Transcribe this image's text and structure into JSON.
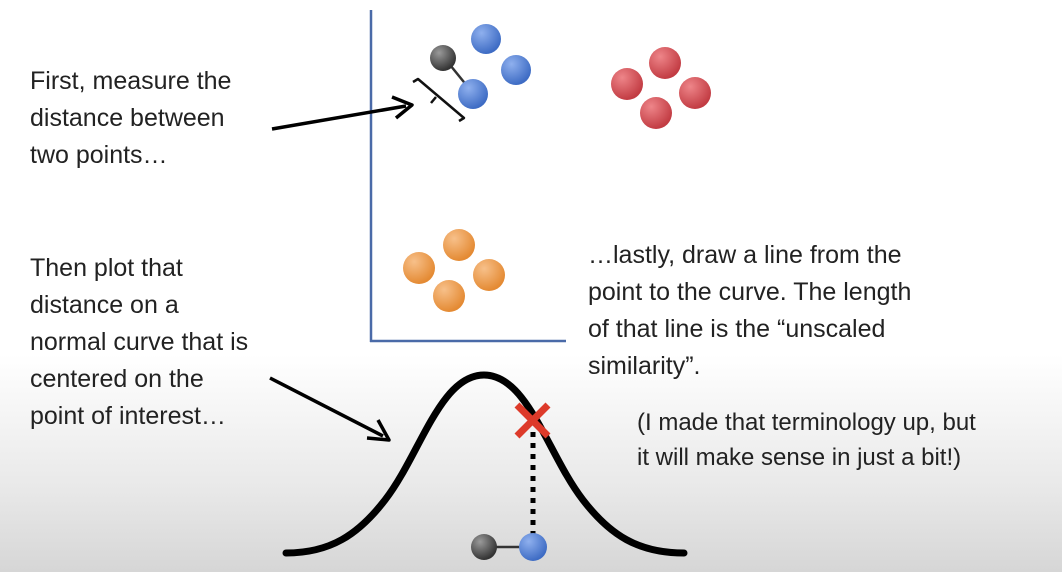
{
  "annotations": {
    "measure": [
      "First, measure the",
      "distance between",
      "two points…"
    ],
    "plot": [
      "Then plot that",
      "distance on a",
      "normal curve that is",
      "centered on the",
      "point of interest…"
    ],
    "lastly": [
      "…lastly, draw a line from the",
      "point to the curve. The length",
      "of that line is the “unscaled",
      "similarity”."
    ],
    "note": [
      "(I made that terminology up, but",
      "it will make sense in just a bit!)"
    ]
  },
  "colors": {
    "background": "#ffffff",
    "text": "#222222",
    "axis": "#4a6aa8",
    "interest_point": "#444444",
    "blue_cluster": "#5b86d6",
    "red_cluster": "#d64f55",
    "orange_cluster": "#ee9a4a",
    "curve": "#000000",
    "cross_mark": "#dd3a2a"
  },
  "clusters": [
    {
      "name": "blue",
      "count": 3
    },
    {
      "name": "red",
      "count": 4
    },
    {
      "name": "orange",
      "count": 4
    }
  ],
  "icons": [
    "arrow-icon",
    "bracket-icon",
    "cross-icon"
  ]
}
